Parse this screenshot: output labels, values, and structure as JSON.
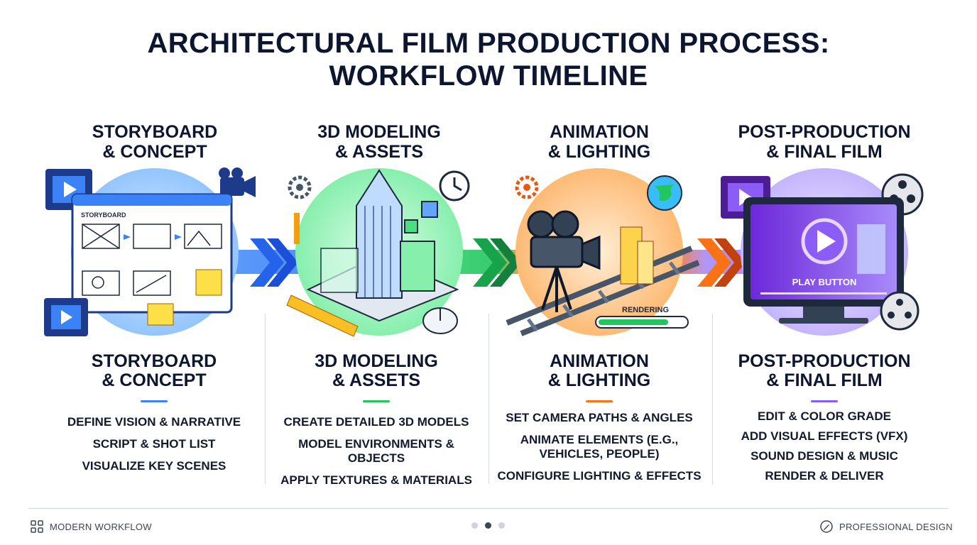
{
  "title": {
    "line1": "ARCHITECTURAL FILM PRODUCTION PROCESS:",
    "line2": "WORKFLOW TIMELINE"
  },
  "stages": [
    {
      "heading_line1": "STORYBOARD",
      "heading_line2": "& CONCEPT",
      "accent": "#3b82f6",
      "art_label": "STORYBOARD",
      "items": [
        "DEFINE VISION & NARRATIVE",
        "SCRIPT & SHOT LIST",
        "VISUALIZE KEY SCENES"
      ]
    },
    {
      "heading_line1": "3D MODELING",
      "heading_line2": "& ASSETS",
      "accent": "#22c55e",
      "items": [
        "CREATE DETAILED 3D MODELS",
        "MODEL ENVIRONMENTS & OBJECTS",
        "APPLY TEXTURES & MATERIALS"
      ]
    },
    {
      "heading_line1": "ANIMATION",
      "heading_line2": "& LIGHTING",
      "accent": "#f97316",
      "art_label": "RENDERING",
      "items": [
        "SET CAMERA PATHS & ANGLES",
        "ANIMATE ELEMENTS (E.G.,",
        "VEHICLES, PEOPLE)",
        "CONFIGURE LIGHTING & EFFECTS"
      ]
    },
    {
      "heading_line1": "POST-PRODUCTION",
      "heading_line2": "& FINAL FILM",
      "accent": "#8b5cf6",
      "art_label": "PLAY BUTTON",
      "items": [
        "EDIT & COLOR GRADE",
        "ADD VISUAL EFFECTS (VFX)",
        "SOUND DESIGN & MUSIC",
        "RENDER & DELIVER"
      ]
    }
  ],
  "footer": {
    "left": "MODERN WORKFLOW",
    "right": "PROFESSIONAL DESIGN",
    "pagination_total": 3,
    "pagination_active": 2
  },
  "colors": {
    "title": "#0d1630",
    "blue": "#3b82f6",
    "green": "#22c55e",
    "orange": "#f97316",
    "purple": "#8b5cf6"
  },
  "icons": [
    "film-strip-icon",
    "video-camera-icon",
    "gear-icon",
    "clock-icon",
    "globe-icon",
    "film-reel-icon",
    "play-icon",
    "mouse-icon",
    "ruler-icon",
    "pencil-icon",
    "edit-icon",
    "grid-icon"
  ]
}
